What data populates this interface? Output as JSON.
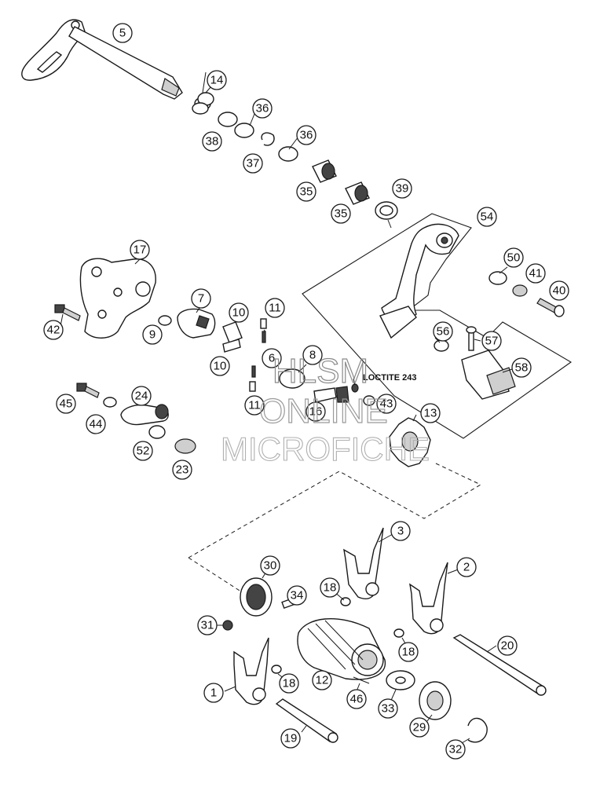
{
  "diagram": {
    "callouts": [
      {
        "id": "c5",
        "label": "5"
      },
      {
        "id": "c14",
        "label": "14"
      },
      {
        "id": "c36a",
        "label": "36"
      },
      {
        "id": "c38",
        "label": "38"
      },
      {
        "id": "c36b",
        "label": "36"
      },
      {
        "id": "c37",
        "label": "37"
      },
      {
        "id": "c35a",
        "label": "35"
      },
      {
        "id": "c35b",
        "label": "35"
      },
      {
        "id": "c39",
        "label": "39"
      },
      {
        "id": "c54",
        "label": "54"
      },
      {
        "id": "c17",
        "label": "17"
      },
      {
        "id": "c50",
        "label": "50"
      },
      {
        "id": "c41",
        "label": "41"
      },
      {
        "id": "c40",
        "label": "40"
      },
      {
        "id": "c7",
        "label": "7"
      },
      {
        "id": "c10a",
        "label": "10"
      },
      {
        "id": "c11a",
        "label": "11"
      },
      {
        "id": "c42",
        "label": "42"
      },
      {
        "id": "c9",
        "label": "9"
      },
      {
        "id": "c56",
        "label": "56"
      },
      {
        "id": "c57",
        "label": "57"
      },
      {
        "id": "c10b",
        "label": "10"
      },
      {
        "id": "c6",
        "label": "6"
      },
      {
        "id": "c8",
        "label": "8"
      },
      {
        "id": "c58",
        "label": "58"
      },
      {
        "id": "c45",
        "label": "45"
      },
      {
        "id": "c24",
        "label": "24"
      },
      {
        "id": "c11b",
        "label": "11"
      },
      {
        "id": "c16",
        "label": "16"
      },
      {
        "id": "c43",
        "label": "43"
      },
      {
        "id": "c13",
        "label": "13"
      },
      {
        "id": "c44",
        "label": "44"
      },
      {
        "id": "c52",
        "label": "52"
      },
      {
        "id": "c23",
        "label": "23"
      },
      {
        "id": "c3",
        "label": "3"
      },
      {
        "id": "c30",
        "label": "30"
      },
      {
        "id": "c2",
        "label": "2"
      },
      {
        "id": "c34",
        "label": "34"
      },
      {
        "id": "c18a",
        "label": "18"
      },
      {
        "id": "c31",
        "label": "31"
      },
      {
        "id": "c20",
        "label": "20"
      },
      {
        "id": "c18b",
        "label": "18"
      },
      {
        "id": "c12",
        "label": "12"
      },
      {
        "id": "c18c",
        "label": "18"
      },
      {
        "id": "c1",
        "label": "1"
      },
      {
        "id": "c46",
        "label": "46"
      },
      {
        "id": "c33",
        "label": "33"
      },
      {
        "id": "c29",
        "label": "29"
      },
      {
        "id": "c19",
        "label": "19"
      },
      {
        "id": "c32",
        "label": "32"
      }
    ],
    "note": "LOCTITE 243",
    "watermark": {
      "line1": "HLSM",
      "line2": "ONLINE",
      "line3": "MICROFICHE"
    }
  }
}
